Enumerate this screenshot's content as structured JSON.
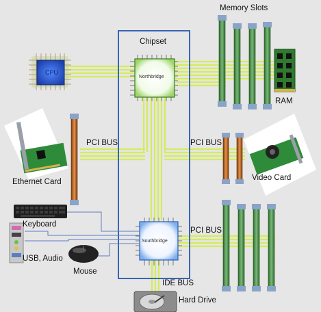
{
  "labels": {
    "memory_slots": "Memory Slots",
    "chipset": "Chipset",
    "cpu": "CPU",
    "northbridge": "Northbridge",
    "ram": "RAM",
    "pci_bus_left": "PCI BUS",
    "pci_bus_right_top": "PCI BUS",
    "pci_bus_right_bottom": "PCI BUS",
    "ethernet_card": "Ethernet Card",
    "video_card": "Video Card",
    "keyboard": "Keyboard",
    "usb_audio": "USB, Audio",
    "mouse": "Mouse",
    "southbridge": "Southbridge",
    "ide_bus": "IDE BUS",
    "hard_drive": "Hard Drive"
  },
  "colors": {
    "background": "#e6e6e6",
    "bus": "#d4ec5a",
    "chipset_border": "#3a63b8",
    "cpu": "#2f5fd0",
    "memory_slot": "#4a8a4a",
    "pci_slot": "#b86a2a",
    "wire": "#5b7cc4"
  },
  "icons": [
    "cpu-chip-icon",
    "northbridge-chip-icon",
    "southbridge-chip-icon",
    "ram-module-icon",
    "ethernet-card-icon",
    "video-card-icon",
    "keyboard-icon",
    "usb-audio-ports-icon",
    "mouse-icon",
    "hard-drive-icon"
  ]
}
